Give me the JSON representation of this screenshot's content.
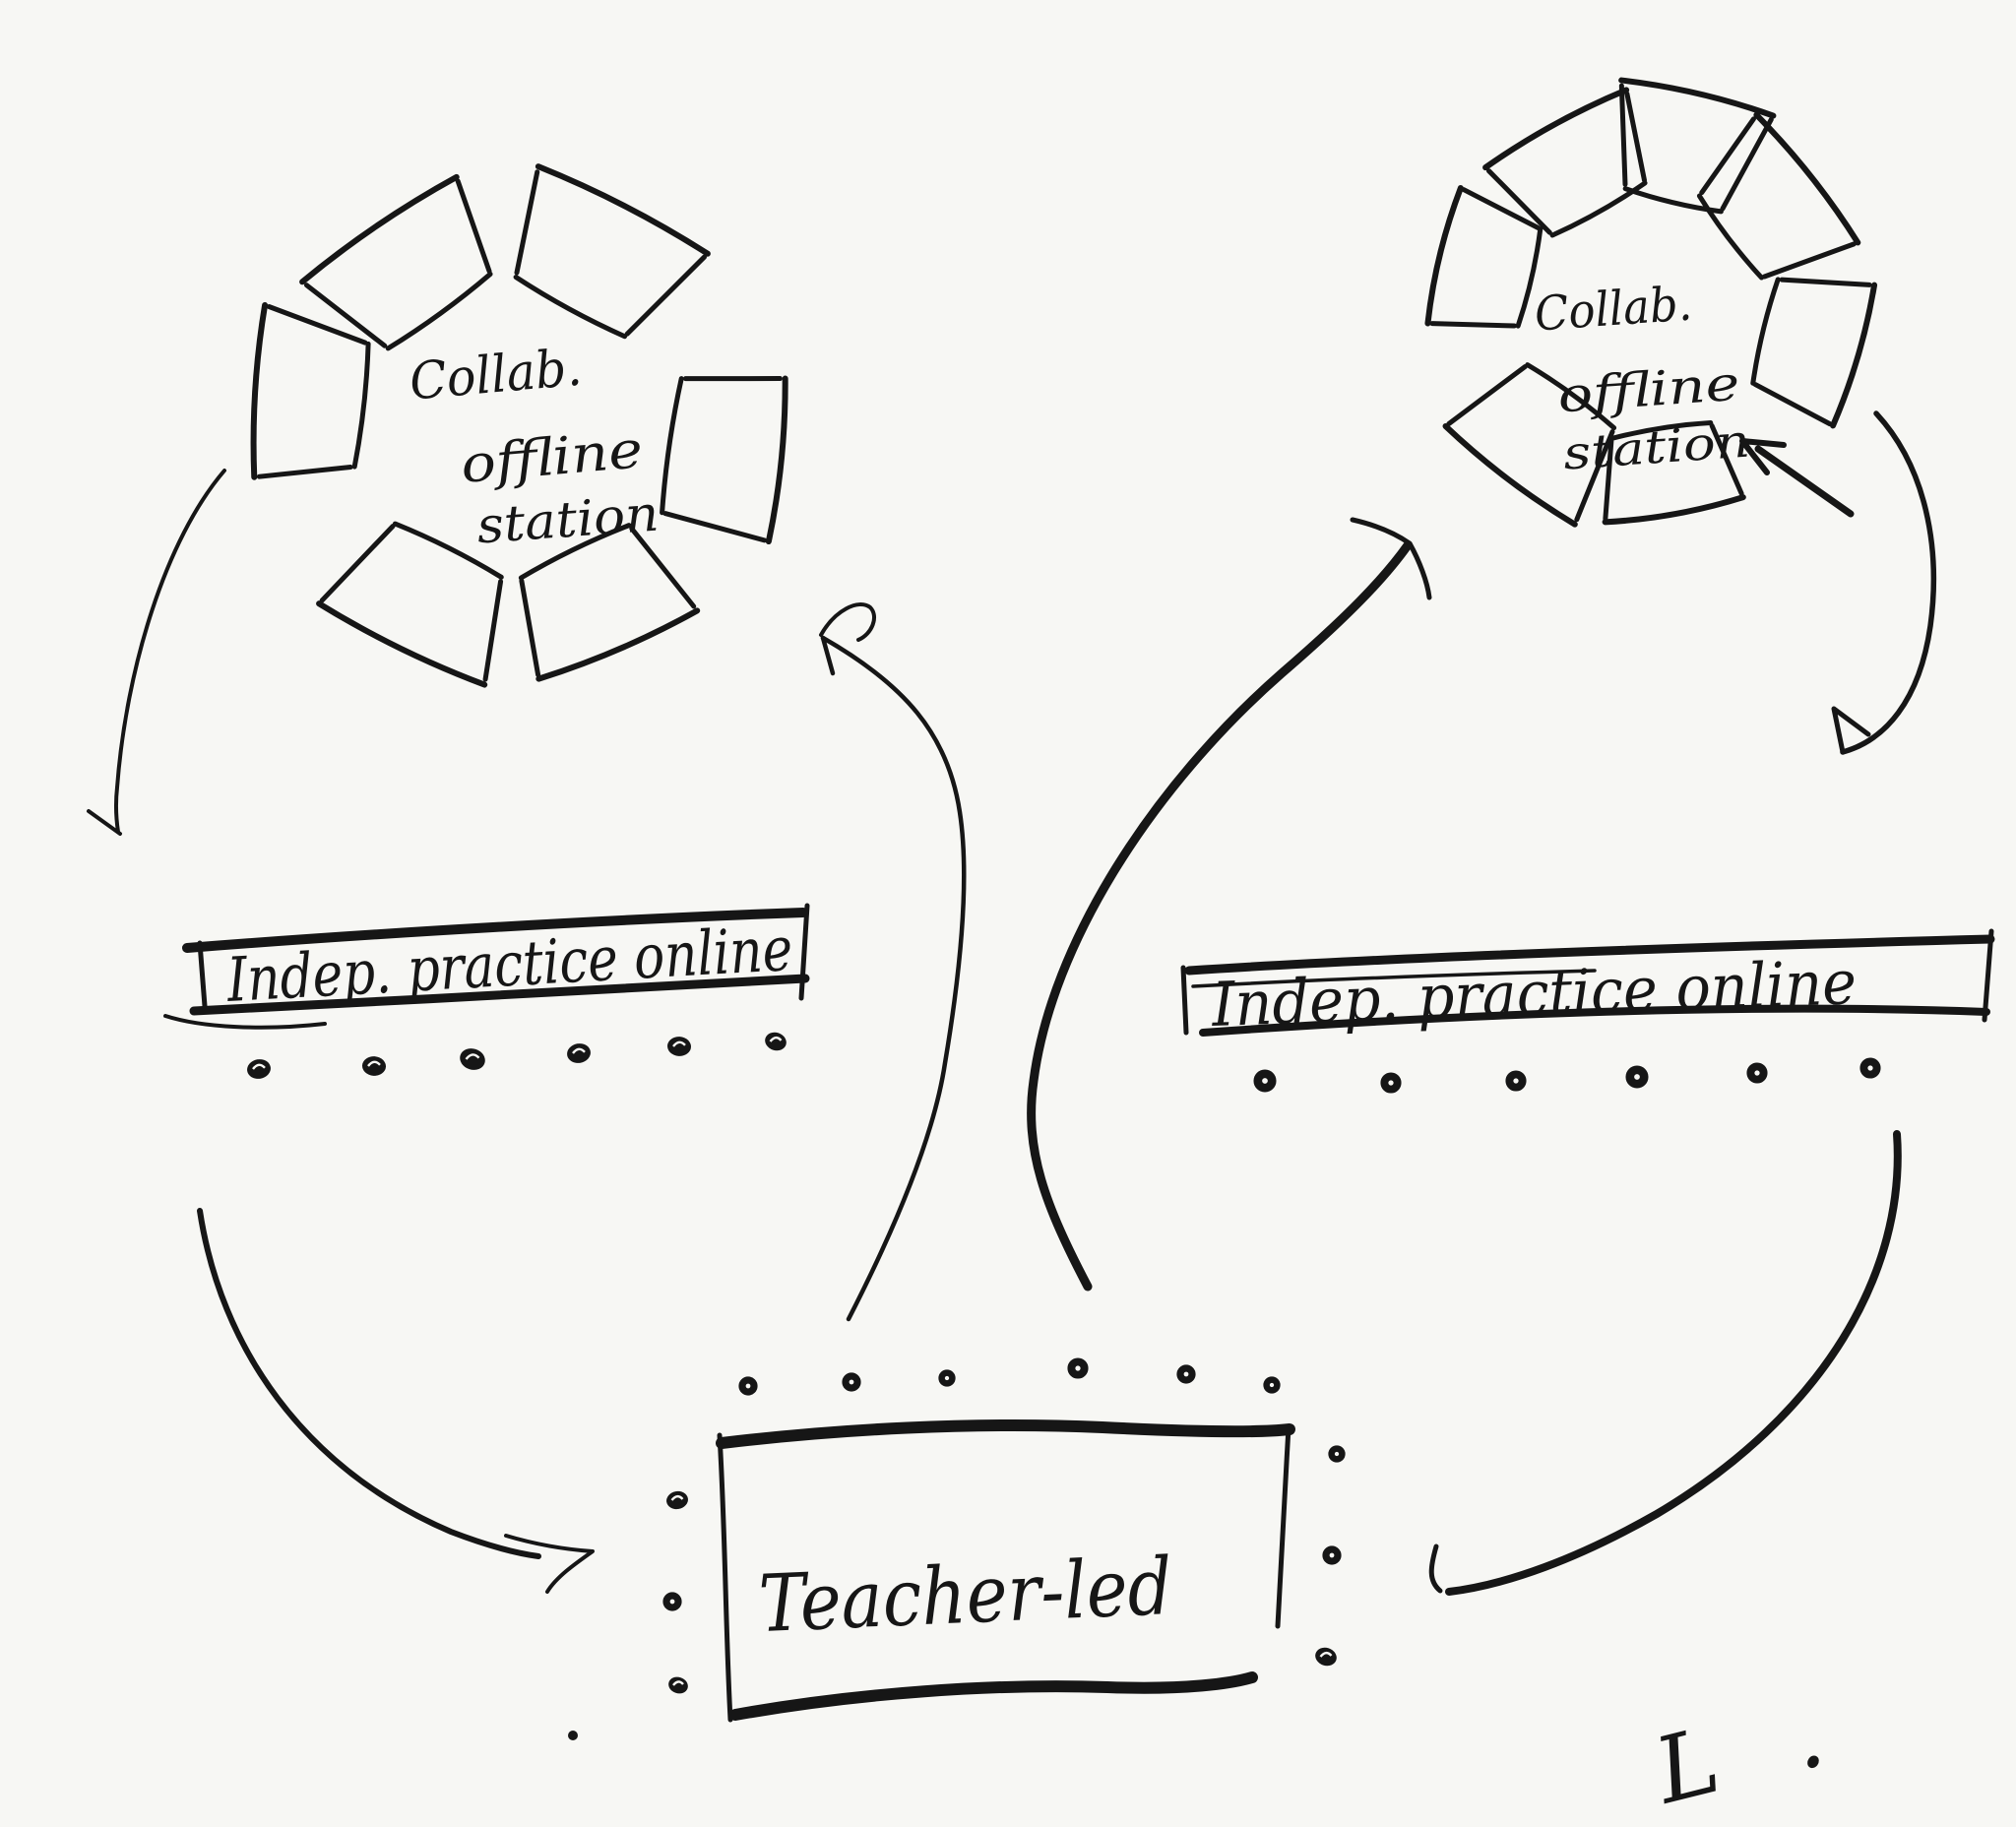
{
  "colors": {
    "ink": "#161616",
    "paper": "#f7f7f4"
  },
  "stations": {
    "left": {
      "lines": [
        "Collab.",
        "offline",
        "station"
      ]
    },
    "right": {
      "lines": [
        "Collab.",
        "offline",
        "station"
      ]
    }
  },
  "boxes": {
    "indep_left": {
      "label": "Indep. practice online"
    },
    "indep_right": {
      "label": "Indep. practice online"
    },
    "teacher": {
      "label": "Teacher-led"
    }
  },
  "signature": {
    "text": "L."
  }
}
